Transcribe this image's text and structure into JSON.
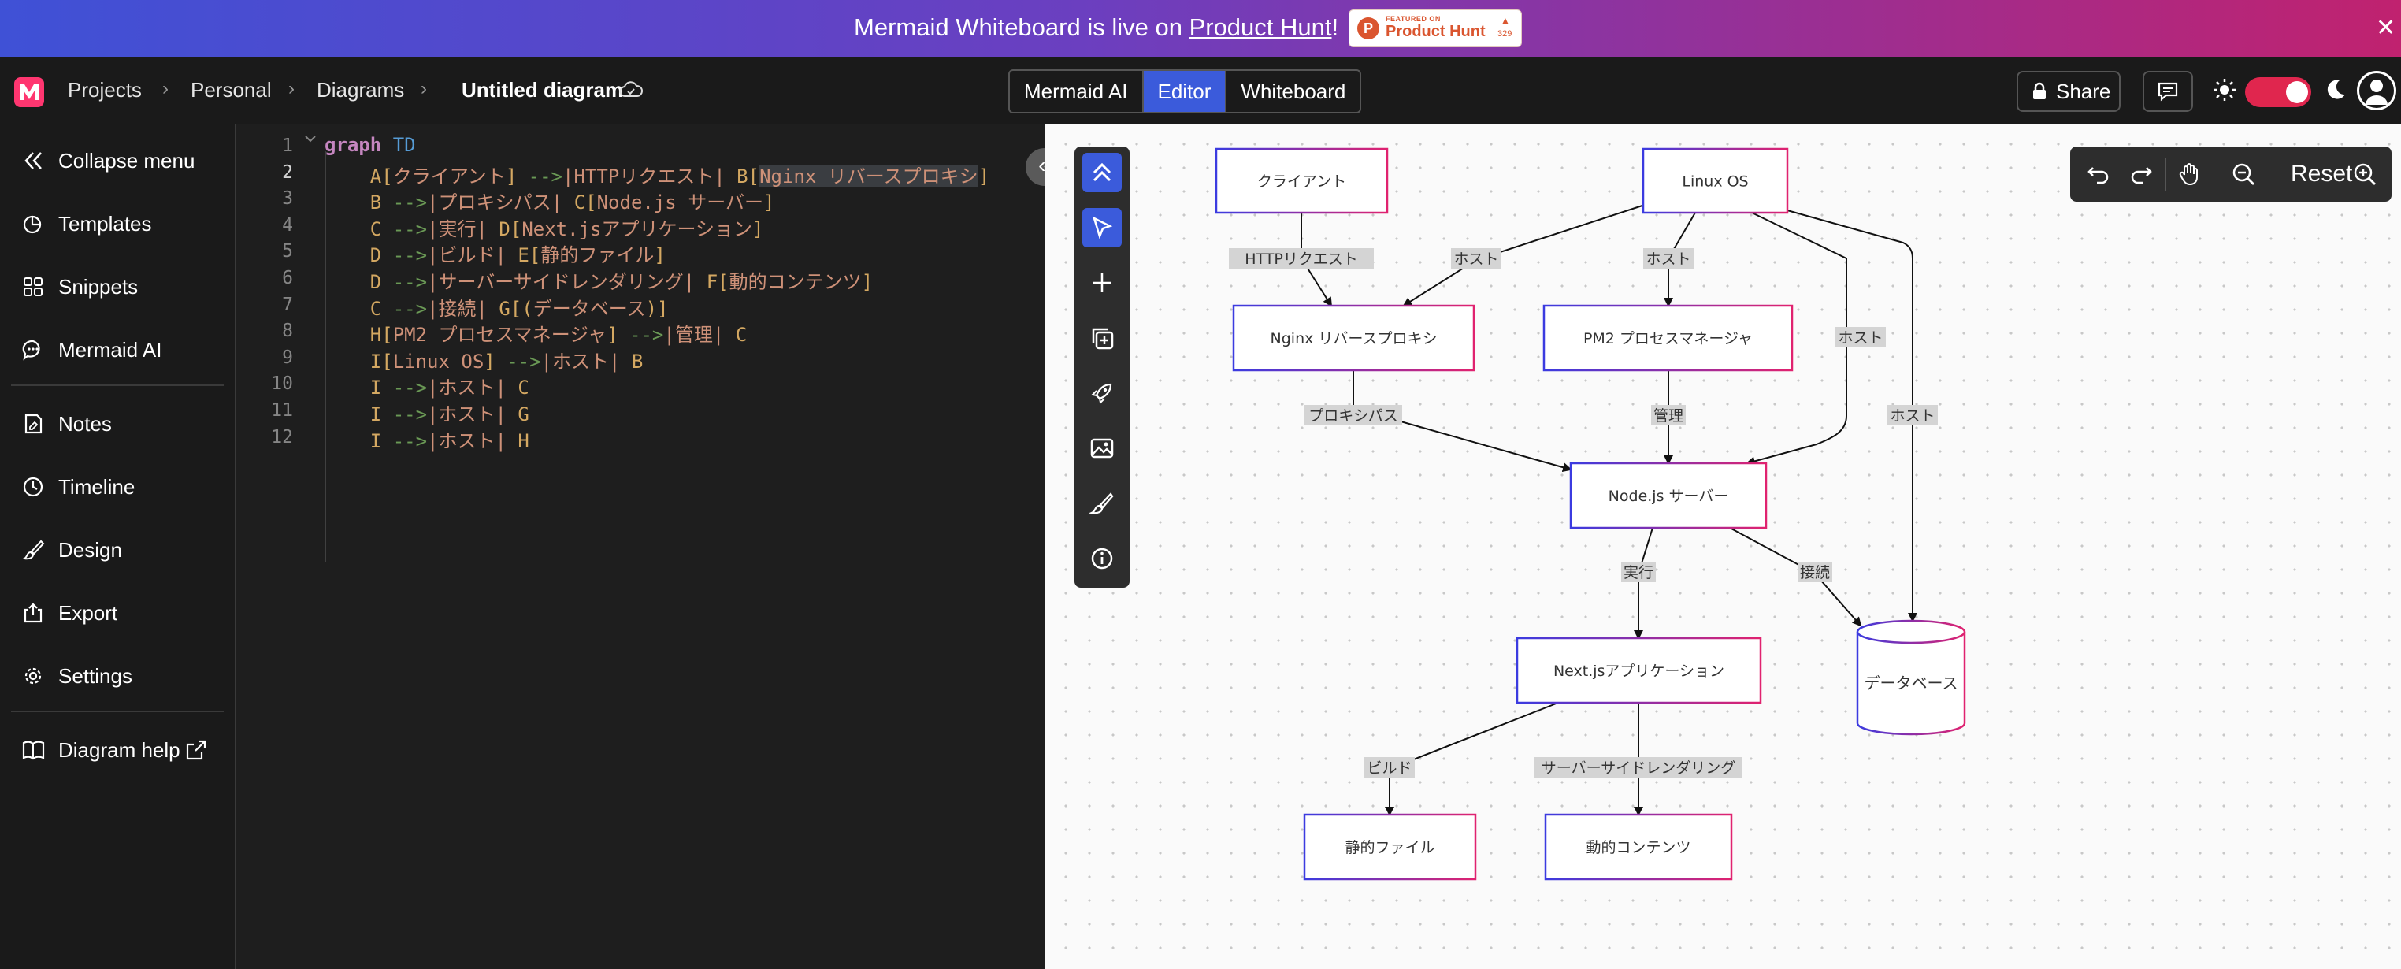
{
  "banner": {
    "message_prefix": "Mermaid Whiteboard is live on ",
    "message_link": "Product Hunt",
    "message_suffix": "!",
    "badge_small": "FEATURED ON",
    "badge_big": "Product Hunt",
    "badge_count": "329",
    "close": "✕"
  },
  "header": {
    "breadcrumb": [
      "Projects",
      "Personal",
      "Diagrams"
    ],
    "separator": "›",
    "diagram_title": "Untitled diagram",
    "mode_tabs": [
      {
        "label": "Mermaid AI",
        "active": false
      },
      {
        "label": "Editor",
        "active": true
      },
      {
        "label": "Whiteboard",
        "active": false
      }
    ],
    "share_label": "Share"
  },
  "sidebar": {
    "items": [
      {
        "label": "Collapse menu",
        "icon": "double-chevron-left-icon"
      },
      {
        "label": "Templates",
        "icon": "templates-icon"
      },
      {
        "label": "Snippets",
        "icon": "snippets-icon"
      },
      {
        "label": "Mermaid AI",
        "icon": "chat-icon"
      },
      {
        "label": "Notes",
        "icon": "notes-icon"
      },
      {
        "label": "Timeline",
        "icon": "clock-icon"
      },
      {
        "label": "Design",
        "icon": "brush-icon"
      },
      {
        "label": "Export",
        "icon": "export-icon"
      },
      {
        "label": "Settings",
        "icon": "gear-icon"
      },
      {
        "label": "Diagram help",
        "icon": "book-icon"
      }
    ]
  },
  "editor": {
    "active_line": 2,
    "lines": [
      "graph TD",
      "    A[クライアント] -->|HTTPリクエスト| B[Nginx リバースプロキシ]",
      "    B -->|プロキシパス| C[Node.js サーバー]",
      "    C -->|実行| D[Next.jsアプリケーション]",
      "    D -->|ビルド| E[静的ファイル]",
      "    D -->|サーバーサイドレンダリング| F[動的コンテンツ]",
      "    C -->|接続| G[(データベース)]",
      "    H[PM2 プロセスマネージャ] -->|管理| C",
      "    I[Linux OS] -->|ホスト| B",
      "    I -->|ホスト| C",
      "    I -->|ホスト| G",
      "    I -->|ホスト| H"
    ]
  },
  "zoom": {
    "reset_label": "Reset"
  },
  "diagram": {
    "nodes": {
      "A": "クライアント",
      "B": "Nginx リバースプロキシ",
      "C": "Node.js サーバー",
      "D": "Next.jsアプリケーション",
      "E": "静的ファイル",
      "F": "動的コンテンツ",
      "G": "データベース",
      "H": "PM2 プロセスマネージャ",
      "I": "Linux OS"
    },
    "edge_labels": {
      "AB": "HTTPリクエスト",
      "BC": "プロキシパス",
      "CD": "実行",
      "DE": "ビルド",
      "DF": "サーバーサイドレンダリング",
      "CG": "接続",
      "HC": "管理",
      "IB": "ホスト",
      "IC": "ホスト",
      "IG": "ホスト",
      "IH": "ホスト"
    }
  },
  "colors": {
    "accent": "#3b5bdb",
    "toggle": "#e0264e",
    "node_border_start": "#3b3be0",
    "node_border_end": "#e0226f"
  }
}
